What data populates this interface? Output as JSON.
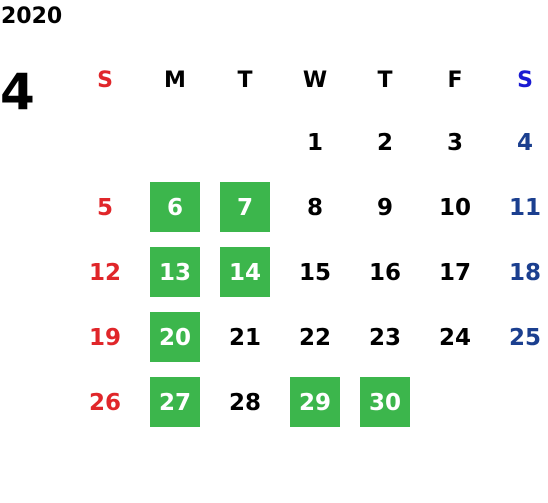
{
  "calendar": {
    "year": "2020",
    "month": "4",
    "weekdays": [
      "S",
      "M",
      "T",
      "W",
      "T",
      "F",
      "S"
    ],
    "weeks": [
      [
        "",
        "",
        "",
        "1",
        "2",
        "3",
        "4"
      ],
      [
        "5",
        "6",
        "7",
        "8",
        "9",
        "10",
        "11"
      ],
      [
        "12",
        "13",
        "14",
        "15",
        "16",
        "17",
        "18"
      ],
      [
        "19",
        "20",
        "21",
        "22",
        "23",
        "24",
        "25"
      ],
      [
        "26",
        "27",
        "28",
        "29",
        "30",
        "",
        ""
      ]
    ],
    "highlighted_days": [
      "6",
      "7",
      "13",
      "14",
      "20",
      "27",
      "29",
      "30"
    ]
  },
  "colors": {
    "sunday": "#e0262a",
    "saturday_header": "#1a1ad2",
    "saturday": "#1b3f8f",
    "highlight_background": "#3cb64c",
    "highlight_text": "#ffffff",
    "default_text": "#000000"
  }
}
